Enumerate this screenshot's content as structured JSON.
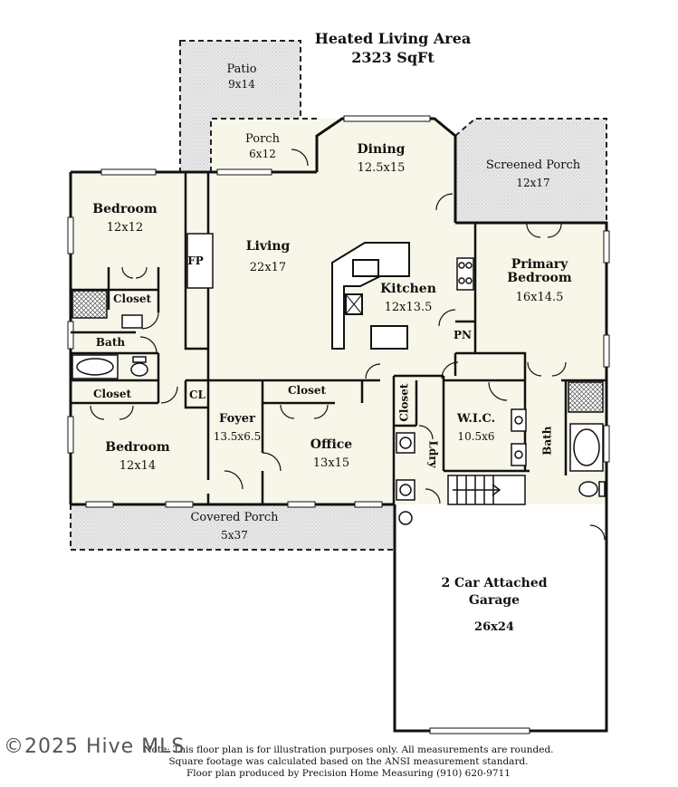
{
  "header": {
    "title_line1": "Heated Living Area",
    "title_line2": "2323 SqFt"
  },
  "rooms": {
    "patio": {
      "name": "Patio",
      "dim": "9x14"
    },
    "porch": {
      "name": "Porch",
      "dim": "6x12"
    },
    "dining": {
      "name": "Dining",
      "dim": "12.5x15"
    },
    "screened_porch": {
      "name": "Screened Porch",
      "dim": "12x17"
    },
    "bedroom_nw": {
      "name": "Bedroom",
      "dim": "12x12"
    },
    "living": {
      "name": "Living",
      "dim": "22x17"
    },
    "fp": {
      "name": "FP"
    },
    "kitchen": {
      "name": "Kitchen",
      "dim": "12x13.5"
    },
    "pn": {
      "name": "PN"
    },
    "primary_bedroom": {
      "name_line1": "Primary",
      "name_line2": "Bedroom",
      "dim": "16x14.5"
    },
    "closet_nw": {
      "name": "Closet"
    },
    "bath_w": {
      "name": "Bath"
    },
    "closet_sw": {
      "name": "Closet"
    },
    "cl": {
      "name": "CL"
    },
    "closet_office": {
      "name": "Closet"
    },
    "closet_ldry": {
      "name": "Closet"
    },
    "foyer": {
      "name": "Foyer",
      "dim": "13.5x6.5"
    },
    "office": {
      "name": "Office",
      "dim": "13x15"
    },
    "wic": {
      "name": "W.I.C.",
      "dim": "10.5x6"
    },
    "ldry": {
      "name": "Ldry"
    },
    "bath_primary": {
      "name": "Bath"
    },
    "bedroom_sw": {
      "name": "Bedroom",
      "dim": "12x14"
    },
    "covered_porch": {
      "name": "Covered Porch",
      "dim": "5x37"
    },
    "garage": {
      "name_line1": "2 Car Attached",
      "name_line2": "Garage",
      "dim": "26x24"
    }
  },
  "notes": {
    "line1": "Note: This floor plan is for illustration purposes only. All measurements are rounded.",
    "line2": "Square footage was calculated based on the ANSI measurement standard.",
    "line3": "Floor plan produced by Precision Home Measuring (910) 620-9711"
  },
  "watermark": "©2025 Hive MLS",
  "colors": {
    "interior": "#f7f6e8",
    "exterior_fill": "#ececec",
    "wall": "#111111"
  }
}
